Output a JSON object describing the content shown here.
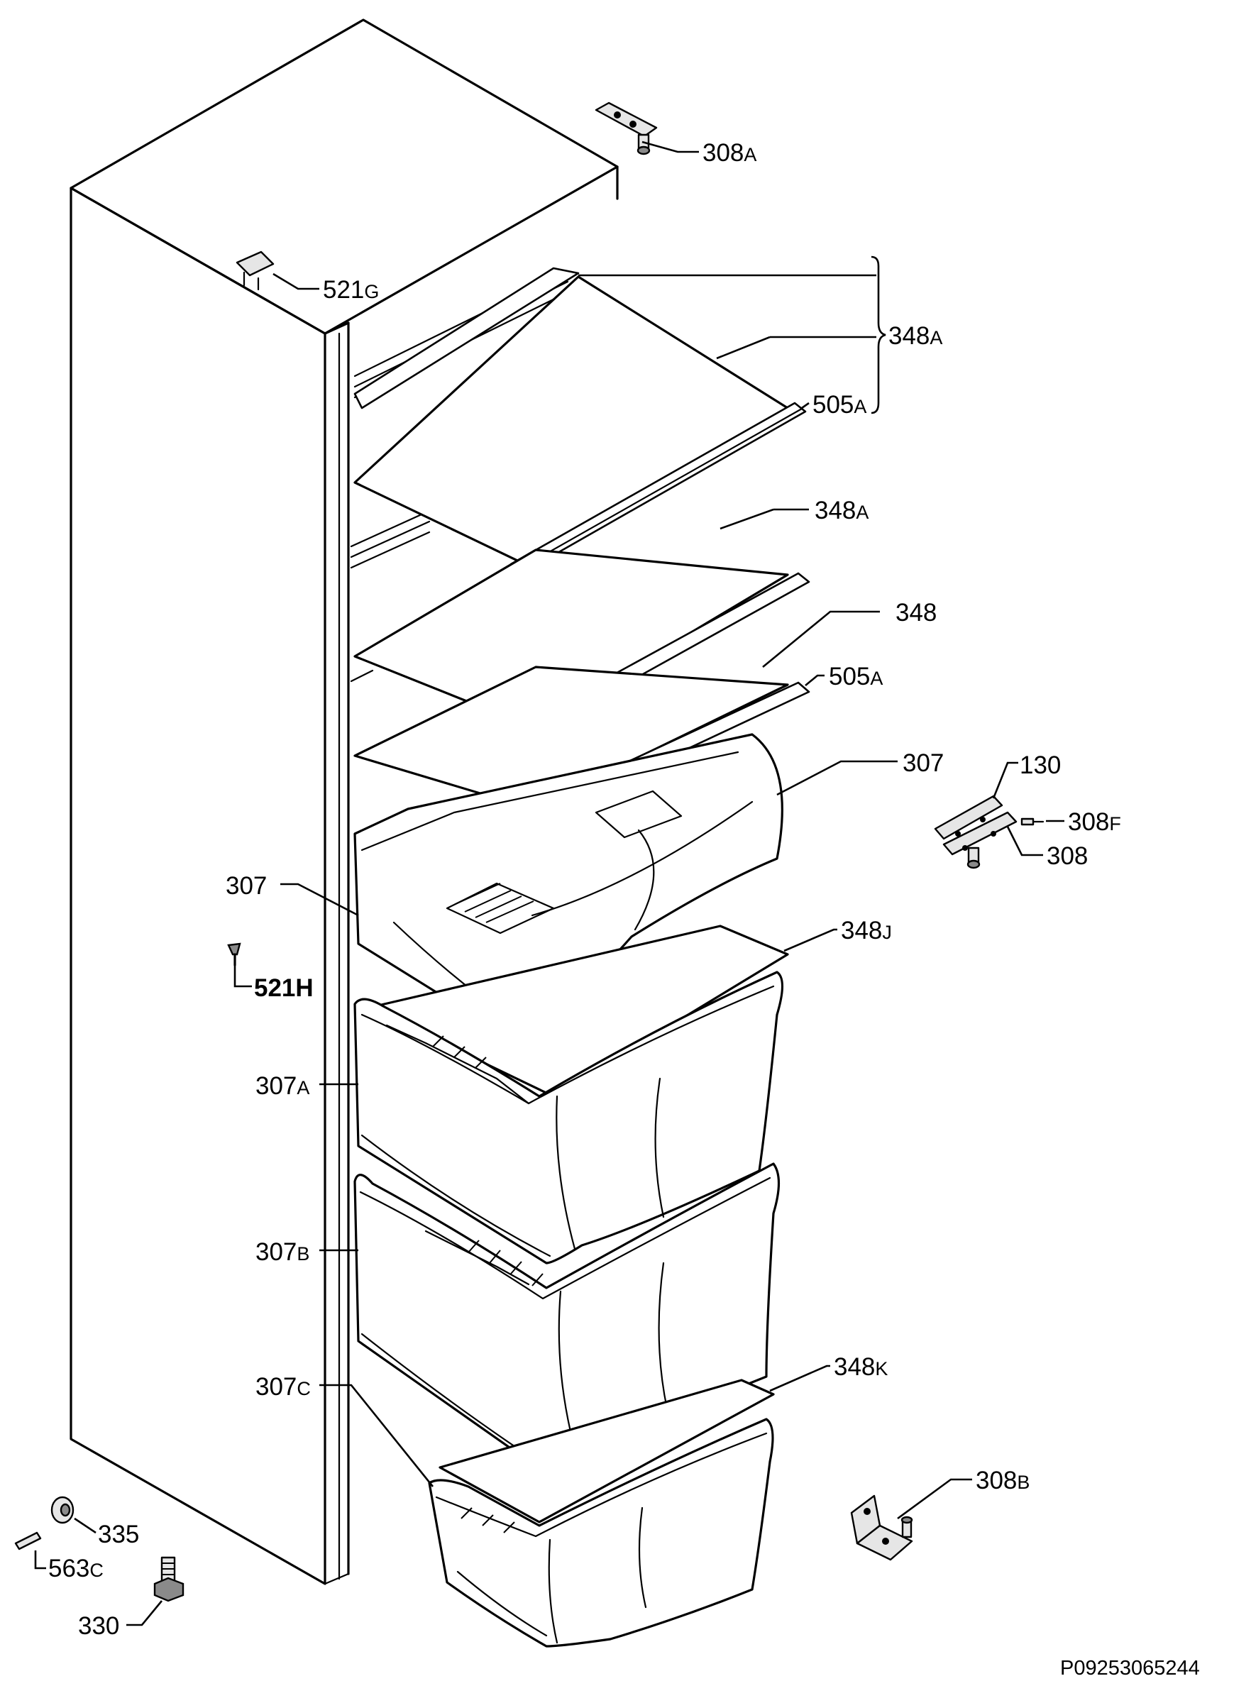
{
  "labels": {
    "l308A": {
      "num": "308",
      "sfx": "A"
    },
    "l521G": {
      "num": "521",
      "sfx": "G"
    },
    "l348A_top": {
      "num": "348",
      "sfx": "A"
    },
    "l505A_top": {
      "num": "505",
      "sfx": "A"
    },
    "l348A_mid": {
      "num": "348",
      "sfx": "A"
    },
    "l348": {
      "num": "348",
      "sfx": ""
    },
    "l505A_low": {
      "num": "505",
      "sfx": "A"
    },
    "l307_right": {
      "num": "307",
      "sfx": ""
    },
    "l130": {
      "num": "130",
      "sfx": ""
    },
    "l308F": {
      "num": "308",
      "sfx": "F"
    },
    "l308": {
      "num": "308",
      "sfx": ""
    },
    "l307_left": {
      "num": "307",
      "sfx": ""
    },
    "l521H": {
      "num": "521H",
      "sfx": ""
    },
    "l348J": {
      "num": "348",
      "sfx": "J"
    },
    "l307A": {
      "num": "307",
      "sfx": "A"
    },
    "l307B": {
      "num": "307",
      "sfx": "B"
    },
    "l307C": {
      "num": "307",
      "sfx": "C"
    },
    "l348K": {
      "num": "348",
      "sfx": "K"
    },
    "l308B": {
      "num": "308",
      "sfx": "B"
    },
    "l335": {
      "num": "335",
      "sfx": ""
    },
    "l563C": {
      "num": "563",
      "sfx": "C"
    },
    "l330": {
      "num": "330",
      "sfx": ""
    }
  },
  "document_number": "P09253065244",
  "icons": [
    "hinge-top-icon",
    "cover-cap-icon",
    "shelf-glass-icon",
    "shelf-trim-icon",
    "crisper-drawer-icon",
    "hinge-middle-icon",
    "screw-icon",
    "hinge-bottom-icon",
    "bushing-icon",
    "pin-icon",
    "adjustable-foot-icon"
  ]
}
